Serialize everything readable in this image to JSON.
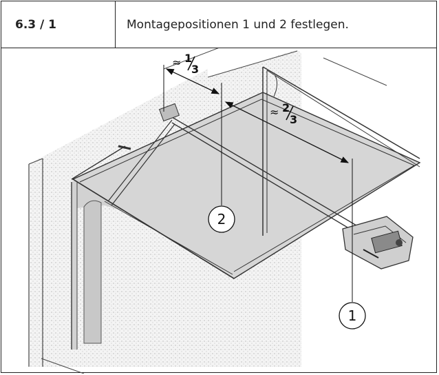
{
  "header": {
    "step_number": "6.3 / 1",
    "instruction": "Montagepositionen 1 und 2 festlegen."
  },
  "illustration": {
    "callouts": [
      {
        "id": "callout-1",
        "label": "1"
      },
      {
        "id": "callout-2",
        "label": "2"
      }
    ],
    "dimensions": {
      "approx_symbol": "≈",
      "one_third": {
        "numerator": "1",
        "denominator": "3"
      },
      "two_thirds": {
        "numerator": "2",
        "denominator": "3"
      }
    }
  }
}
